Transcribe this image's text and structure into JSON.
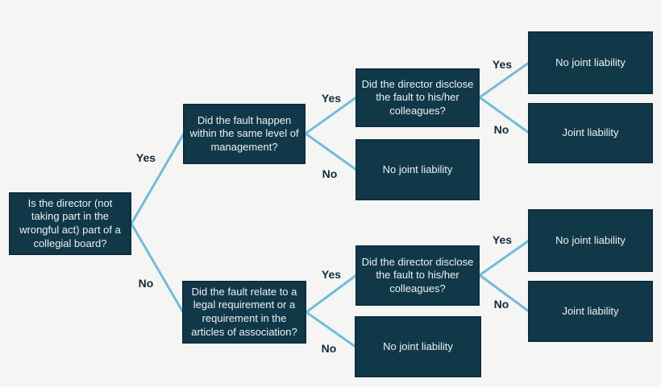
{
  "colors": {
    "background": "#f5f5f4",
    "node-bg": "#113849",
    "node-border": "#0d2e3f",
    "node-text": "#eef1f2",
    "line": "#74bbd8",
    "label-text": "#13293c"
  },
  "nodes": {
    "root": "Is the director (not\ntaking part in the\nwrongful act) part of a\ncollegial board?",
    "q_level": "Did the fault happen\nwithin the same level of\nmanagement?",
    "q_disclose_top": "Did the director disclose\nthe fault to his/her\ncolleagues?",
    "outcome_level_no": "No joint liability",
    "outcome_disclose_top_yes": "No joint liability",
    "outcome_disclose_top_no": "Joint liability",
    "q_legal": "Did the fault relate to a\nlegal requirement or a\nrequirement in the\narticles of association?",
    "q_disclose_bottom": "Did the director disclose\nthe fault to his/her\ncolleagues?",
    "outcome_legal_no": "No joint liability",
    "outcome_disclose_bottom_yes": "No joint liability",
    "outcome_disclose_bottom_no": "Joint liability"
  },
  "edge_labels": {
    "root_yes": "Yes",
    "root_no": "No",
    "level_yes": "Yes",
    "level_no": "No",
    "disclose_top_yes": "Yes",
    "disclose_top_no": "No",
    "legal_yes": "Yes",
    "legal_no": "No",
    "disclose_bottom_yes": "Yes",
    "disclose_bottom_no": "No"
  }
}
